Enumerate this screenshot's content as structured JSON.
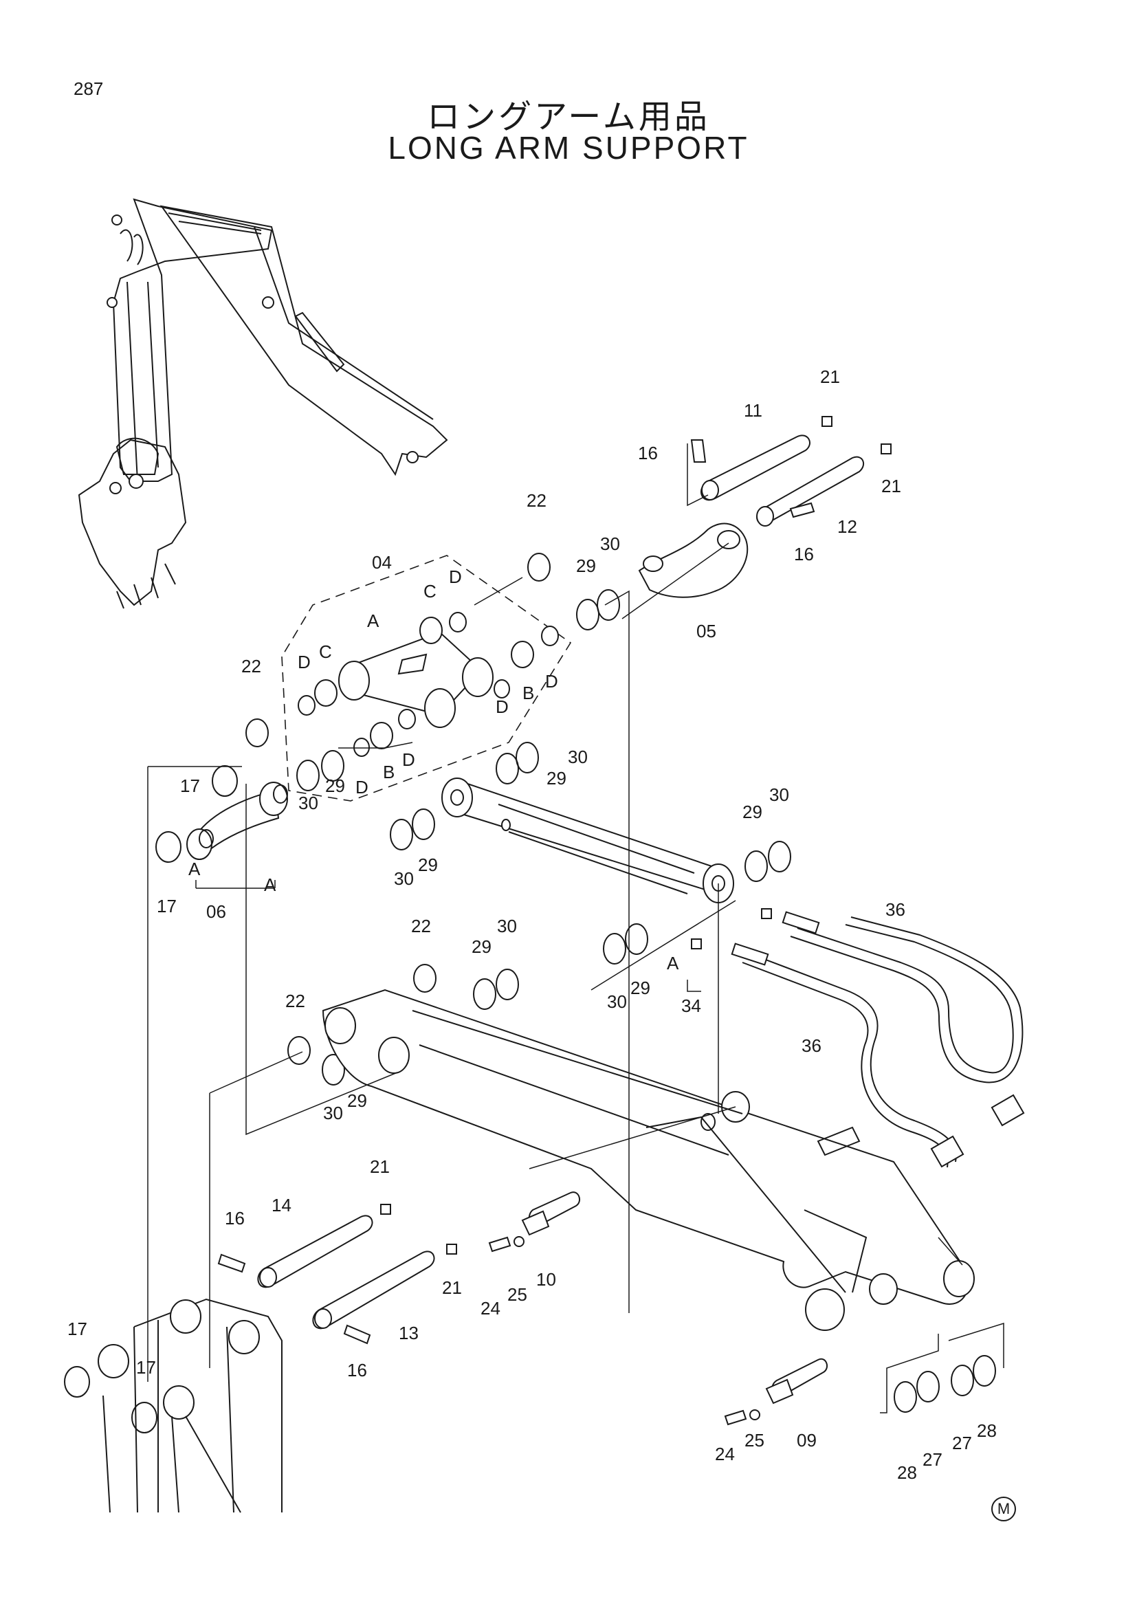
{
  "page": {
    "number": "287",
    "title_ja": "ロングアーム用品",
    "title_en": "LONG ARM SUPPORT",
    "mark": "M"
  },
  "callouts": [
    {
      "id": "c-21a",
      "text": "21"
    },
    {
      "id": "c-11",
      "text": "11"
    },
    {
      "id": "c-16a",
      "text": "16"
    },
    {
      "id": "c-21b",
      "text": "21"
    },
    {
      "id": "c-12",
      "text": "12"
    },
    {
      "id": "c-16b",
      "text": "16"
    },
    {
      "id": "c-05",
      "text": "05"
    },
    {
      "id": "c-22a",
      "text": "22"
    },
    {
      "id": "c-29a",
      "text": "29"
    },
    {
      "id": "c-30a",
      "text": "30"
    },
    {
      "id": "c-04",
      "text": "04"
    },
    {
      "id": "c-Da",
      "text": "D"
    },
    {
      "id": "c-Ca",
      "text": "C"
    },
    {
      "id": "c-Aa",
      "text": "A"
    },
    {
      "id": "c-Db",
      "text": "D"
    },
    {
      "id": "c-Cb",
      "text": "C"
    },
    {
      "id": "c-Dc",
      "text": "D"
    },
    {
      "id": "c-Ba",
      "text": "B"
    },
    {
      "id": "c-Dd",
      "text": "D"
    },
    {
      "id": "c-Bb",
      "text": "B"
    },
    {
      "id": "c-De",
      "text": "D"
    },
    {
      "id": "c-Df",
      "text": "D"
    },
    {
      "id": "c-22b",
      "text": "22"
    },
    {
      "id": "c-30b",
      "text": "30"
    },
    {
      "id": "c-29b",
      "text": "29"
    },
    {
      "id": "c-30c",
      "text": "30"
    },
    {
      "id": "c-29c",
      "text": "29"
    },
    {
      "id": "c-17a",
      "text": "17"
    },
    {
      "id": "c-17b",
      "text": "17"
    },
    {
      "id": "c-Ab",
      "text": "A"
    },
    {
      "id": "c-Ac",
      "text": "A"
    },
    {
      "id": "c-06",
      "text": "06"
    },
    {
      "id": "c-30d",
      "text": "30"
    },
    {
      "id": "c-29d",
      "text": "29"
    },
    {
      "id": "c-29e",
      "text": "29"
    },
    {
      "id": "c-30e",
      "text": "30"
    },
    {
      "id": "c-36a",
      "text": "36"
    },
    {
      "id": "c-22c",
      "text": "22"
    },
    {
      "id": "c-29f",
      "text": "29"
    },
    {
      "id": "c-30f",
      "text": "30"
    },
    {
      "id": "c-30g",
      "text": "30"
    },
    {
      "id": "c-29g",
      "text": "29"
    },
    {
      "id": "c-Ad",
      "text": "A"
    },
    {
      "id": "c-34",
      "text": "34"
    },
    {
      "id": "c-36b",
      "text": "36"
    },
    {
      "id": "c-22d",
      "text": "22"
    },
    {
      "id": "c-30h",
      "text": "30"
    },
    {
      "id": "c-29h",
      "text": "29"
    },
    {
      "id": "c-21c",
      "text": "21"
    },
    {
      "id": "c-16c",
      "text": "16"
    },
    {
      "id": "c-14",
      "text": "14"
    },
    {
      "id": "c-21d",
      "text": "21"
    },
    {
      "id": "c-13",
      "text": "13"
    },
    {
      "id": "c-16d",
      "text": "16"
    },
    {
      "id": "c-24a",
      "text": "24"
    },
    {
      "id": "c-25a",
      "text": "25"
    },
    {
      "id": "c-10",
      "text": "10"
    },
    {
      "id": "c-17c",
      "text": "17"
    },
    {
      "id": "c-17d",
      "text": "17"
    },
    {
      "id": "c-24b",
      "text": "24"
    },
    {
      "id": "c-25b",
      "text": "25"
    },
    {
      "id": "c-09",
      "text": "09"
    },
    {
      "id": "c-28a",
      "text": "28"
    },
    {
      "id": "c-27a",
      "text": "27"
    },
    {
      "id": "c-27b",
      "text": "27"
    },
    {
      "id": "c-28b",
      "text": "28"
    }
  ]
}
